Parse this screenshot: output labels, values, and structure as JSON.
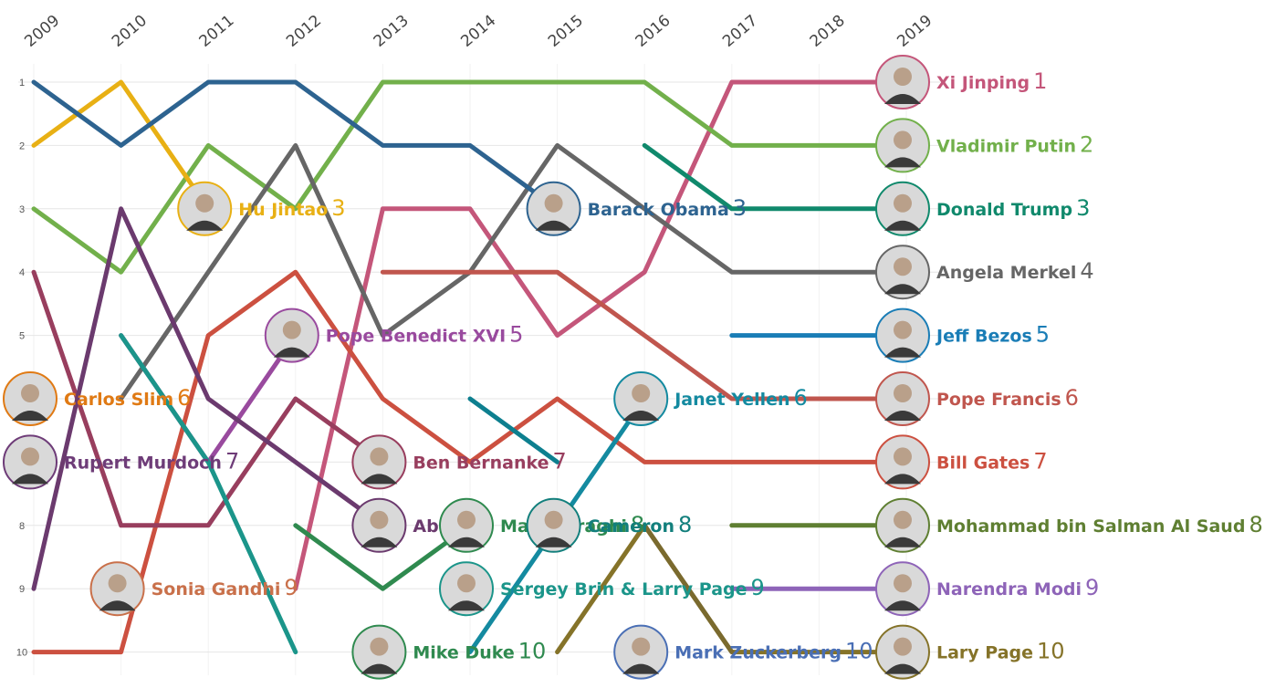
{
  "chart_data": {
    "type": "line",
    "subtype": "bump",
    "x": [
      "2009",
      "2010",
      "2011",
      "2012",
      "2013",
      "2014",
      "2015",
      "2016",
      "2017",
      "2018",
      "2019"
    ],
    "y_ticks": [
      "1",
      "2",
      "3",
      "4",
      "5",
      "6",
      "7",
      "8",
      "9",
      "10"
    ],
    "ylim": [
      1,
      10
    ],
    "y_reversed": true,
    "grid": true,
    "series": [
      {
        "name": "Xi Jinping",
        "label_rank": "1",
        "color": "#c4567a",
        "values": [
          null,
          null,
          null,
          9,
          3,
          3,
          5,
          4,
          1,
          1,
          1
        ]
      },
      {
        "name": "Vladimir Putin",
        "label_rank": "2",
        "color": "#72b04b",
        "values": [
          3,
          4,
          2,
          3,
          1,
          1,
          1,
          1,
          2,
          2,
          2
        ]
      },
      {
        "name": "Donald Trump",
        "label_rank": "3",
        "color": "#10896c",
        "values": [
          null,
          null,
          null,
          null,
          null,
          null,
          null,
          2,
          3,
          3,
          3
        ]
      },
      {
        "name": "Angela Merkel",
        "label_rank": "4",
        "color": "#666666",
        "values": [
          null,
          6,
          4,
          2,
          5,
          4,
          2,
          3,
          4,
          4,
          4
        ]
      },
      {
        "name": "Jeff Bezos",
        "label_rank": "5",
        "color": "#1a7db6",
        "values": [
          null,
          null,
          null,
          null,
          null,
          null,
          null,
          null,
          5,
          5,
          5
        ]
      },
      {
        "name": "Pope Francis",
        "label_rank": "6",
        "color": "#c0564e",
        "values": [
          null,
          null,
          null,
          null,
          4,
          4,
          4,
          5,
          6,
          6,
          6
        ]
      },
      {
        "name": "Bill Gates",
        "label_rank": "7",
        "color": "#cc5040",
        "values": [
          10,
          10,
          5,
          4,
          6,
          7,
          6,
          7,
          7,
          7,
          7
        ]
      },
      {
        "name": "Mohammad bin Salman Al Saud",
        "label_rank": "8",
        "color": "#5f7f32",
        "values": [
          null,
          null,
          null,
          null,
          null,
          null,
          null,
          null,
          8,
          8,
          8
        ]
      },
      {
        "name": "Narendra Modi",
        "label_rank": "9",
        "color": "#8e64b8",
        "values": [
          null,
          null,
          null,
          null,
          null,
          null,
          null,
          null,
          9,
          9,
          9
        ]
      },
      {
        "name": "Lary Page",
        "label_rank": "10",
        "color": "#857329",
        "values": [
          null,
          null,
          null,
          null,
          null,
          null,
          10,
          8,
          10,
          10,
          10
        ]
      },
      {
        "name": "Hu Jintao",
        "label_rank": "3",
        "color": "#e8b014",
        "values": [
          2,
          1,
          3,
          null,
          null,
          null,
          null,
          null,
          null,
          null,
          null
        ]
      },
      {
        "name": "Barack Obama",
        "label_rank": "3",
        "color": "#2d6390",
        "values": [
          1,
          2,
          1,
          1,
          2,
          2,
          3,
          null,
          null,
          null,
          null
        ]
      },
      {
        "name": "Carlos Slim",
        "label_rank": "6",
        "color": "#e07a14",
        "values": [
          6,
          null,
          null,
          null,
          null,
          null,
          null,
          null,
          null,
          null,
          null
        ]
      },
      {
        "name": "Rupert Murdoch",
        "label_rank": "7",
        "color": "#6e3c78",
        "values": [
          7,
          null,
          null,
          null,
          null,
          null,
          null,
          null,
          null,
          null,
          null
        ]
      },
      {
        "name": "Sonia Gandhi",
        "label_rank": "9",
        "color": "#c9704a",
        "values": [
          null,
          9,
          null,
          null,
          null,
          null,
          null,
          null,
          null,
          null,
          null
        ]
      },
      {
        "name": "Pope Benedict XVI",
        "label_rank": "5",
        "color": "#994a9e",
        "values": [
          null,
          5,
          7,
          5,
          null,
          null,
          null,
          null,
          null,
          null,
          null
        ]
      },
      {
        "name": "Ben Bernanke",
        "label_rank": "7",
        "color": "#983e5e",
        "values": [
          4,
          8,
          8,
          6,
          7,
          null,
          null,
          null,
          null,
          null,
          null
        ]
      },
      {
        "name": "Abdullah",
        "label_rank": "8",
        "color": "#6b3a6e",
        "values": [
          9,
          3,
          6,
          7,
          8,
          null,
          null,
          null,
          null,
          null,
          null
        ]
      },
      {
        "name": "Mario Draghi",
        "label_rank": "8",
        "color": "#2f8a4f",
        "values": [
          null,
          null,
          null,
          8,
          9,
          8,
          null,
          null,
          null,
          null,
          null
        ]
      },
      {
        "name": "Sergey Brin & Larry Page",
        "label_rank": "9",
        "color": "#1b958a",
        "values": [
          null,
          5,
          7,
          10,
          null,
          null,
          null,
          null,
          null,
          null,
          null
        ]
      },
      {
        "name": "Mike Duke",
        "label_rank": "10",
        "color": "#0d7f8f",
        "values": [
          null,
          null,
          null,
          null,
          null,
          6,
          7,
          null,
          null,
          null,
          null
        ]
      },
      {
        "name": "Janet Yellen",
        "label_rank": "6",
        "color": "#148aa0",
        "values": [
          null,
          null,
          null,
          null,
          null,
          10,
          8,
          6,
          null,
          null,
          null
        ]
      },
      {
        "name": "Mark Zuckerberg",
        "label_rank": "10",
        "color": "#7a6a2e",
        "values": [
          null,
          null,
          null,
          null,
          null,
          null,
          null,
          8,
          10,
          null,
          null
        ]
      },
      {
        "name": "Cameron",
        "label_rank": "8",
        "color": "#127f7c",
        "values": [
          null,
          null,
          null,
          null,
          null,
          null,
          null,
          8,
          null,
          null,
          null
        ]
      }
    ],
    "labels": [
      {
        "name": "Xi Jinping",
        "rank": "1",
        "color": "#c4567a",
        "year": 10,
        "r": 1
      },
      {
        "name": "Vladimir Putin",
        "rank": "2",
        "color": "#72b04b",
        "year": 10,
        "r": 2
      },
      {
        "name": "Donald Trump",
        "rank": "3",
        "color": "#10896c",
        "year": 10,
        "r": 3
      },
      {
        "name": "Angela Merkel",
        "rank": "4",
        "color": "#666666",
        "year": 10,
        "r": 4
      },
      {
        "name": "Jeff Bezos",
        "rank": "5",
        "color": "#1a7db6",
        "year": 10,
        "r": 5
      },
      {
        "name": "Pope Francis",
        "rank": "6",
        "color": "#c0564e",
        "year": 10,
        "r": 6
      },
      {
        "name": "Bill Gates",
        "rank": "7",
        "color": "#cc5040",
        "year": 10,
        "r": 7
      },
      {
        "name": "Mohammad bin Salman Al Saud",
        "rank": "8",
        "color": "#5f7f32",
        "year": 10,
        "r": 8
      },
      {
        "name": "Narendra Modi",
        "rank": "9",
        "color": "#8e64b8",
        "year": 10,
        "r": 9
      },
      {
        "name": "Lary Page",
        "rank": "10",
        "color": "#857329",
        "year": 10,
        "r": 10
      },
      {
        "name": "Hu Jintao",
        "rank": "3",
        "color": "#e8b014",
        "year": 2,
        "r": 3
      },
      {
        "name": "Barack Obama",
        "rank": "3",
        "color": "#2d6390",
        "year": 6,
        "r": 3
      },
      {
        "name": "Carlos Slim",
        "rank": "6",
        "color": "#e07a14",
        "year": 0,
        "r": 6
      },
      {
        "name": "Rupert Murdoch",
        "rank": "7",
        "color": "#6e3c78",
        "year": 0,
        "r": 7
      },
      {
        "name": "Sonia Gandhi",
        "rank": "9",
        "color": "#c9704a",
        "year": 1,
        "r": 9
      },
      {
        "name": "Pope Benedict XVI",
        "rank": "5",
        "color": "#994a9e",
        "year": 3,
        "r": 5
      },
      {
        "name": "Ben Bernanke",
        "rank": "7",
        "color": "#983e5e",
        "year": 4,
        "r": 7
      },
      {
        "name": "Ab",
        "rank": "",
        "color": "#6b3a6e",
        "year": 4,
        "r": 8
      },
      {
        "name": "Mario Draghi",
        "rank": "8",
        "color": "#2f8a4f",
        "year": 5,
        "r": 8
      },
      {
        "name": "Cameron",
        "rank": "8",
        "color": "#127f7c",
        "year": 6,
        "r": 8
      },
      {
        "name": "Sergey Brin & Larry Page",
        "rank": "9",
        "color": "#1b958a",
        "year": 5,
        "r": 9
      },
      {
        "name": "Mike Duke",
        "rank": "10",
        "color": "#2f8a4f",
        "year": 4,
        "r": 10
      },
      {
        "name": "Janet Yellen",
        "rank": "6",
        "color": "#148aa0",
        "year": 7,
        "r": 6
      },
      {
        "name": "Mark Zuckerberg",
        "rank": "10",
        "color": "#4a6fb5",
        "year": 7,
        "r": 10
      }
    ],
    "title": "",
    "xlabel": "",
    "ylabel": ""
  }
}
